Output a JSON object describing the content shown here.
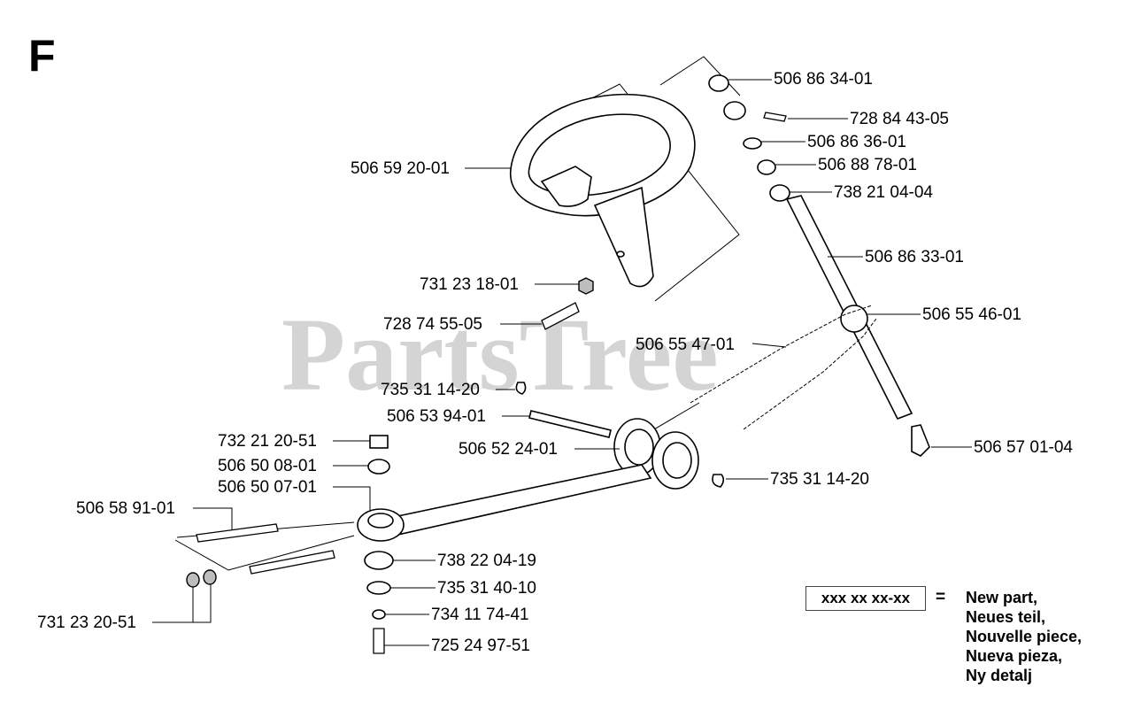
{
  "section_letter": "F",
  "watermark": "PartsTree",
  "parts": [
    "506 86 34-01",
    "728 84 43-05",
    "506 86 36-01",
    "506 88 78-01",
    "738 21 04-04",
    "506 59 20-01",
    "506 86 33-01",
    "731 23 18-01",
    "506 55 46-01",
    "728 74 55-05",
    "506 55 47-01",
    "735 31 14-20",
    "506 53 94-01",
    "732 21 20-51",
    "506 52 24-01",
    "506 57 01-04",
    "506 50 08-01",
    "735 31 14-20",
    "506 50 07-01",
    "506 58 91-01",
    "738 22 04-19",
    "735 31 40-10",
    "731 23 20-51",
    "734 11 74-41",
    "725 24 97-51"
  ],
  "legend": {
    "code": "xxx xx xx-xx",
    "equals": "=",
    "meanings": [
      "New part,",
      "Neues teil,",
      "Nouvelle piece,",
      "Nueva pieza,",
      "Ny detalj"
    ]
  }
}
